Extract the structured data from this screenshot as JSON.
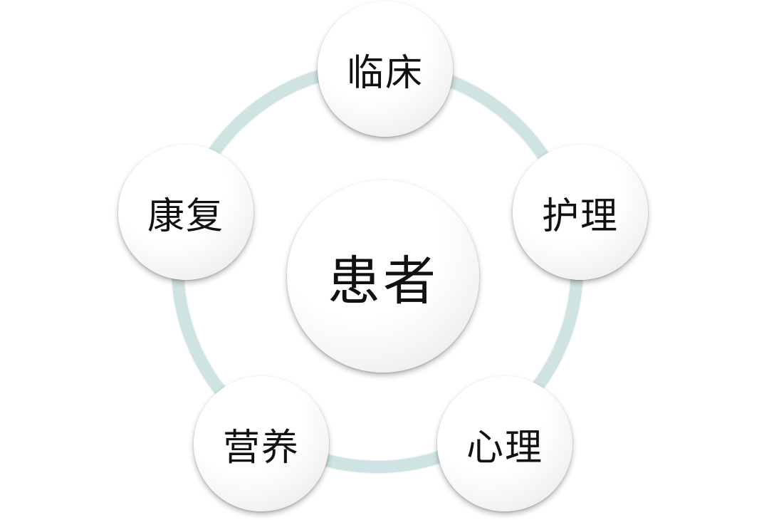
{
  "diagram": {
    "center": "患者",
    "nodes": {
      "top": "临床",
      "right": "护理",
      "bottom_right": "心理",
      "bottom_left": "营养",
      "left": "康复"
    },
    "colors": {
      "ring": "#cfe3e2",
      "node_fill": "#ffffff",
      "text": "#111111",
      "background": "#ffffff"
    }
  }
}
